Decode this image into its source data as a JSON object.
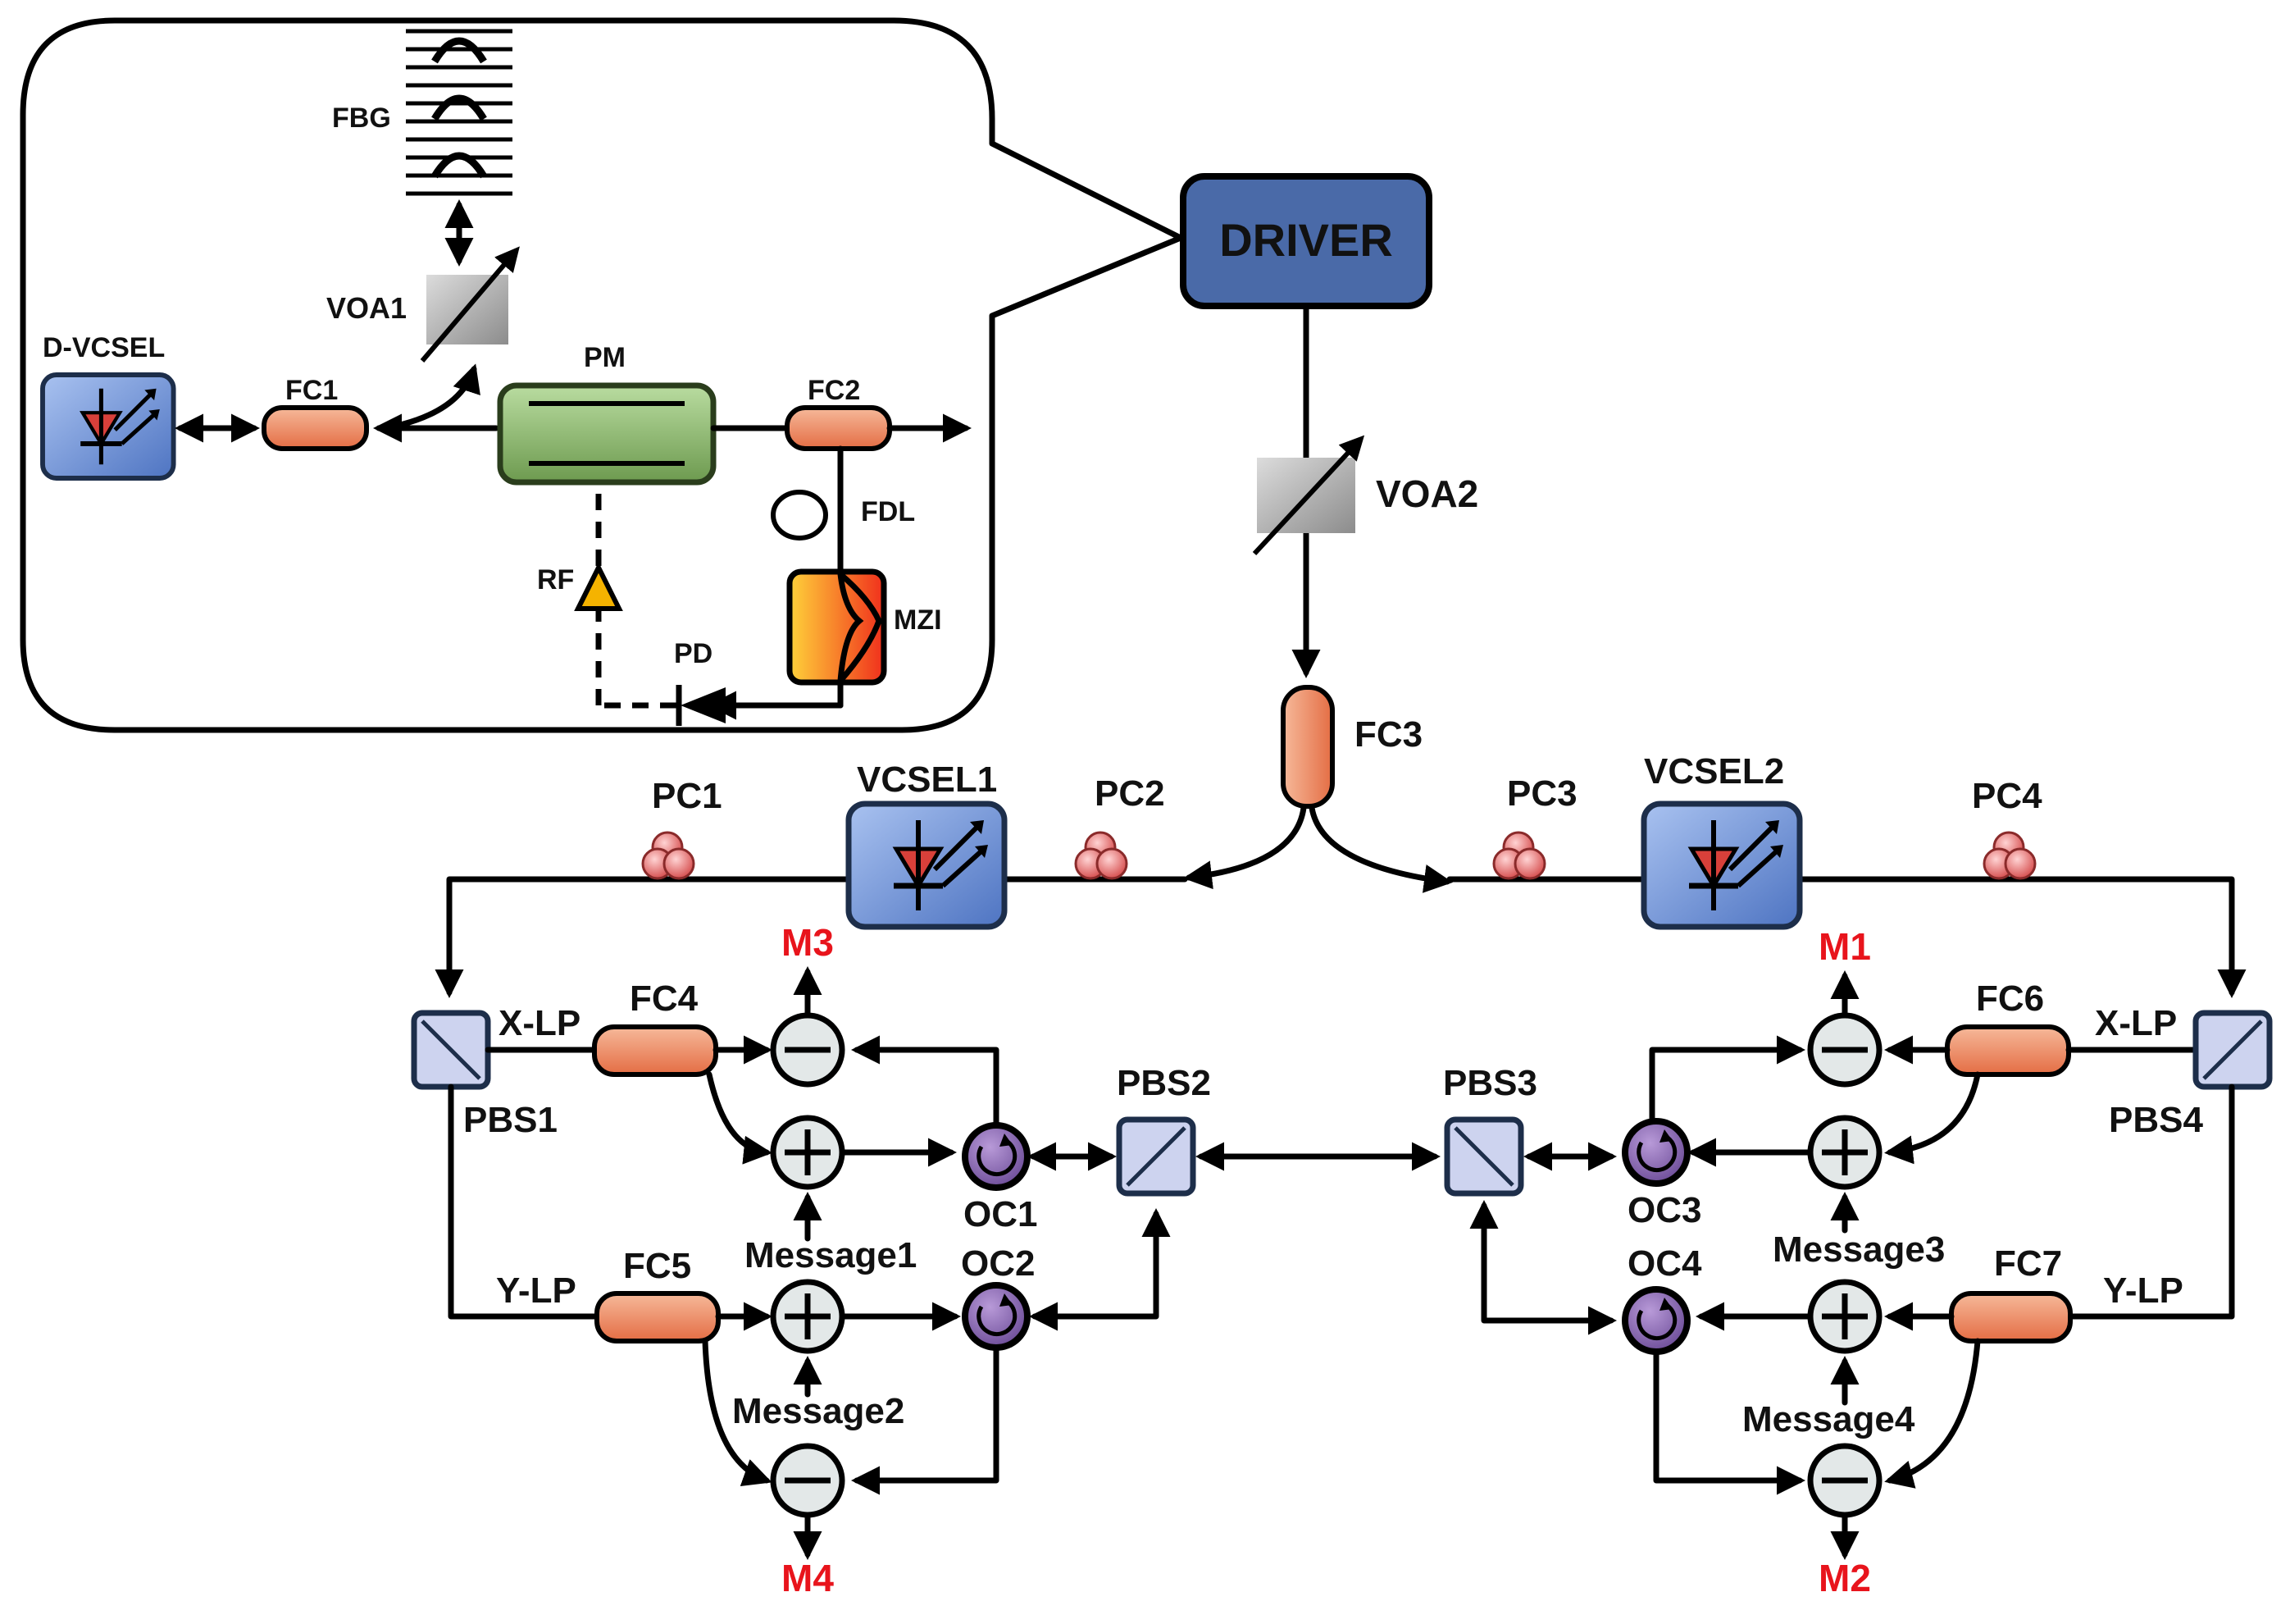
{
  "labels": {
    "driver": "DRIVER",
    "fbg": "FBG",
    "voa1": "VOA1",
    "dvcsel": "D-VCSEL",
    "fc1": "FC1",
    "pm": "PM",
    "fc2": "FC2",
    "fdl": "FDL",
    "rf": "RF",
    "mzi": "MZI",
    "pd": "PD",
    "voa2": "VOA2",
    "fc3": "FC3",
    "pc1": "PC1",
    "vcsel1": "VCSEL1",
    "pc2": "PC2",
    "pc3": "PC3",
    "vcsel2": "VCSEL2",
    "pc4": "PC4",
    "m3": "M3",
    "m1": "M1",
    "m4": "M4",
    "m2": "M2",
    "xlp_left": "X-LP",
    "fc4": "FC4",
    "pbs1": "PBS1",
    "pbs2": "PBS2",
    "pbs3": "PBS3",
    "fc6": "FC6",
    "xlp_right": "X-LP",
    "pbs4": "PBS4",
    "oc1": "OC1",
    "oc3": "OC3",
    "message1": "Message1",
    "oc2": "OC2",
    "message3": "Message3",
    "oc4": "OC4",
    "ylp_left": "Y-LP",
    "fc5": "FC5",
    "fc7": "FC7",
    "ylp_right": "Y-LP",
    "message2": "Message2",
    "message4": "Message4"
  },
  "colors": {
    "driver_fill": "#4a6aa8",
    "coupler_fill": "#f08a64",
    "vcsel_fill": "#6d8fd0",
    "pm_fill": "#8ab56a",
    "pc_fill": "#e46b6b",
    "oc_fill": "#8f6db5",
    "pbs_fill": "#cdd3ef",
    "adder_fill": "#e3e8e8",
    "monitor_text": "#e8141c"
  },
  "icons": [
    "vcsel-icon",
    "fbg-icon",
    "attenuator-icon",
    "photodiode-icon",
    "amplifier-icon",
    "fiber-loop-icon",
    "circulator-icon",
    "beam-splitter-icon",
    "adder-icon",
    "subtractor-icon",
    "polarization-controller-icon"
  ]
}
